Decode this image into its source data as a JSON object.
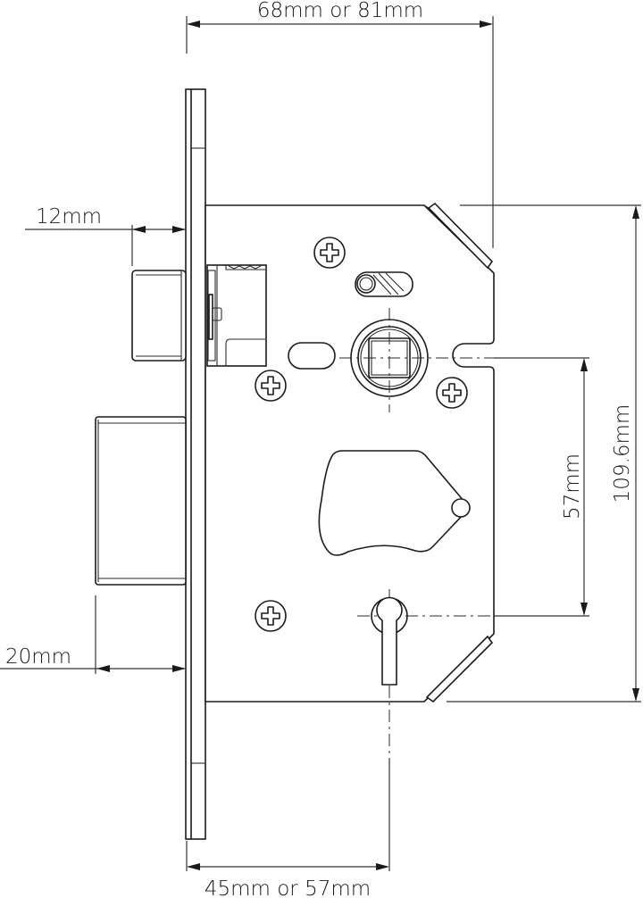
{
  "drawing": {
    "subject": "Mortice sash lock technical drawing",
    "dimensions": {
      "overall_depth": "68mm or 81mm",
      "latch_projection": "12mm",
      "deadbolt_projection": "20mm",
      "centres": "57mm",
      "case_height": "109.6mm",
      "backset": "45mm or 57mm"
    },
    "features": {
      "forend": "forend-plate",
      "latch_bolt": "latch-bolt",
      "dead_bolt": "dead-bolt",
      "follower": "square-follower",
      "keyhole": "keyhole",
      "screws": [
        "screw-top",
        "screw-left",
        "screw-right",
        "screw-bottom"
      ]
    },
    "colors": {
      "line": "#1c1c1c",
      "background": "#ffffff"
    }
  }
}
